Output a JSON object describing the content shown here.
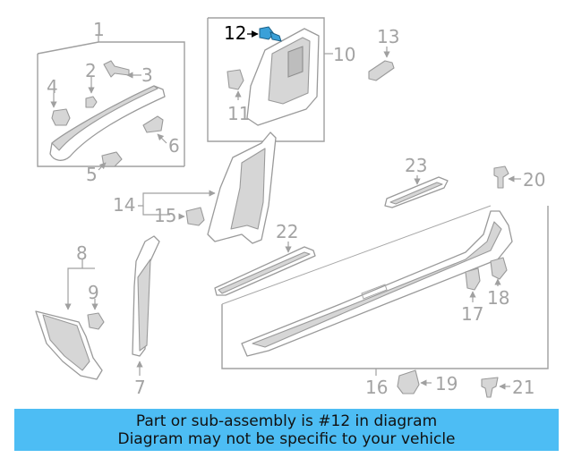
{
  "diagram": {
    "callouts": [
      "1",
      "2",
      "3",
      "4",
      "5",
      "6",
      "7",
      "8",
      "9",
      "10",
      "11",
      "12",
      "13",
      "14",
      "15",
      "16",
      "17",
      "18",
      "19",
      "20",
      "21",
      "22",
      "23"
    ],
    "highlighted_callout": "12",
    "highlight_color": "#3aa0d8"
  },
  "banner": {
    "line1": "Part or sub-assembly is #12 in diagram",
    "line2": "Diagram may not be specific to your vehicle",
    "background": "#4dbdf4"
  }
}
